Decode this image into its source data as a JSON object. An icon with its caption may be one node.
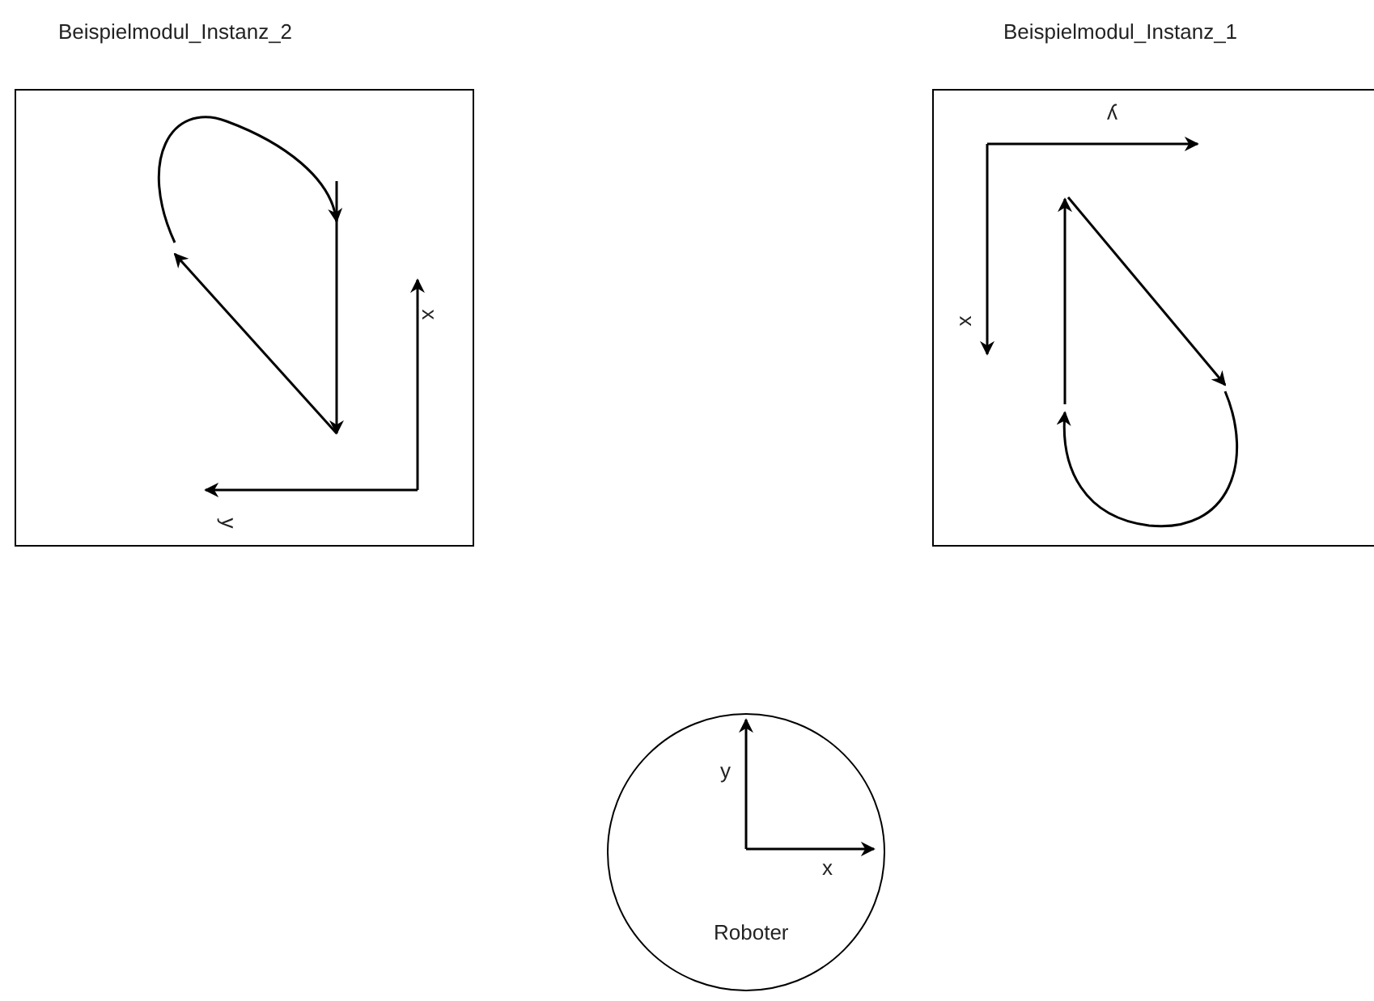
{
  "diagram": {
    "nodes": [
      {
        "text": [
          "Beispielmodul_Instanz_2"
        ]
      },
      {
        "text": [
          "Beispielmodul_Instanz_1"
        ]
      },
      {
        "text": [
          "Roboter"
        ]
      }
    ],
    "labels": [
      "x",
      "y",
      "y",
      "x",
      "y",
      "x"
    ]
  }
}
